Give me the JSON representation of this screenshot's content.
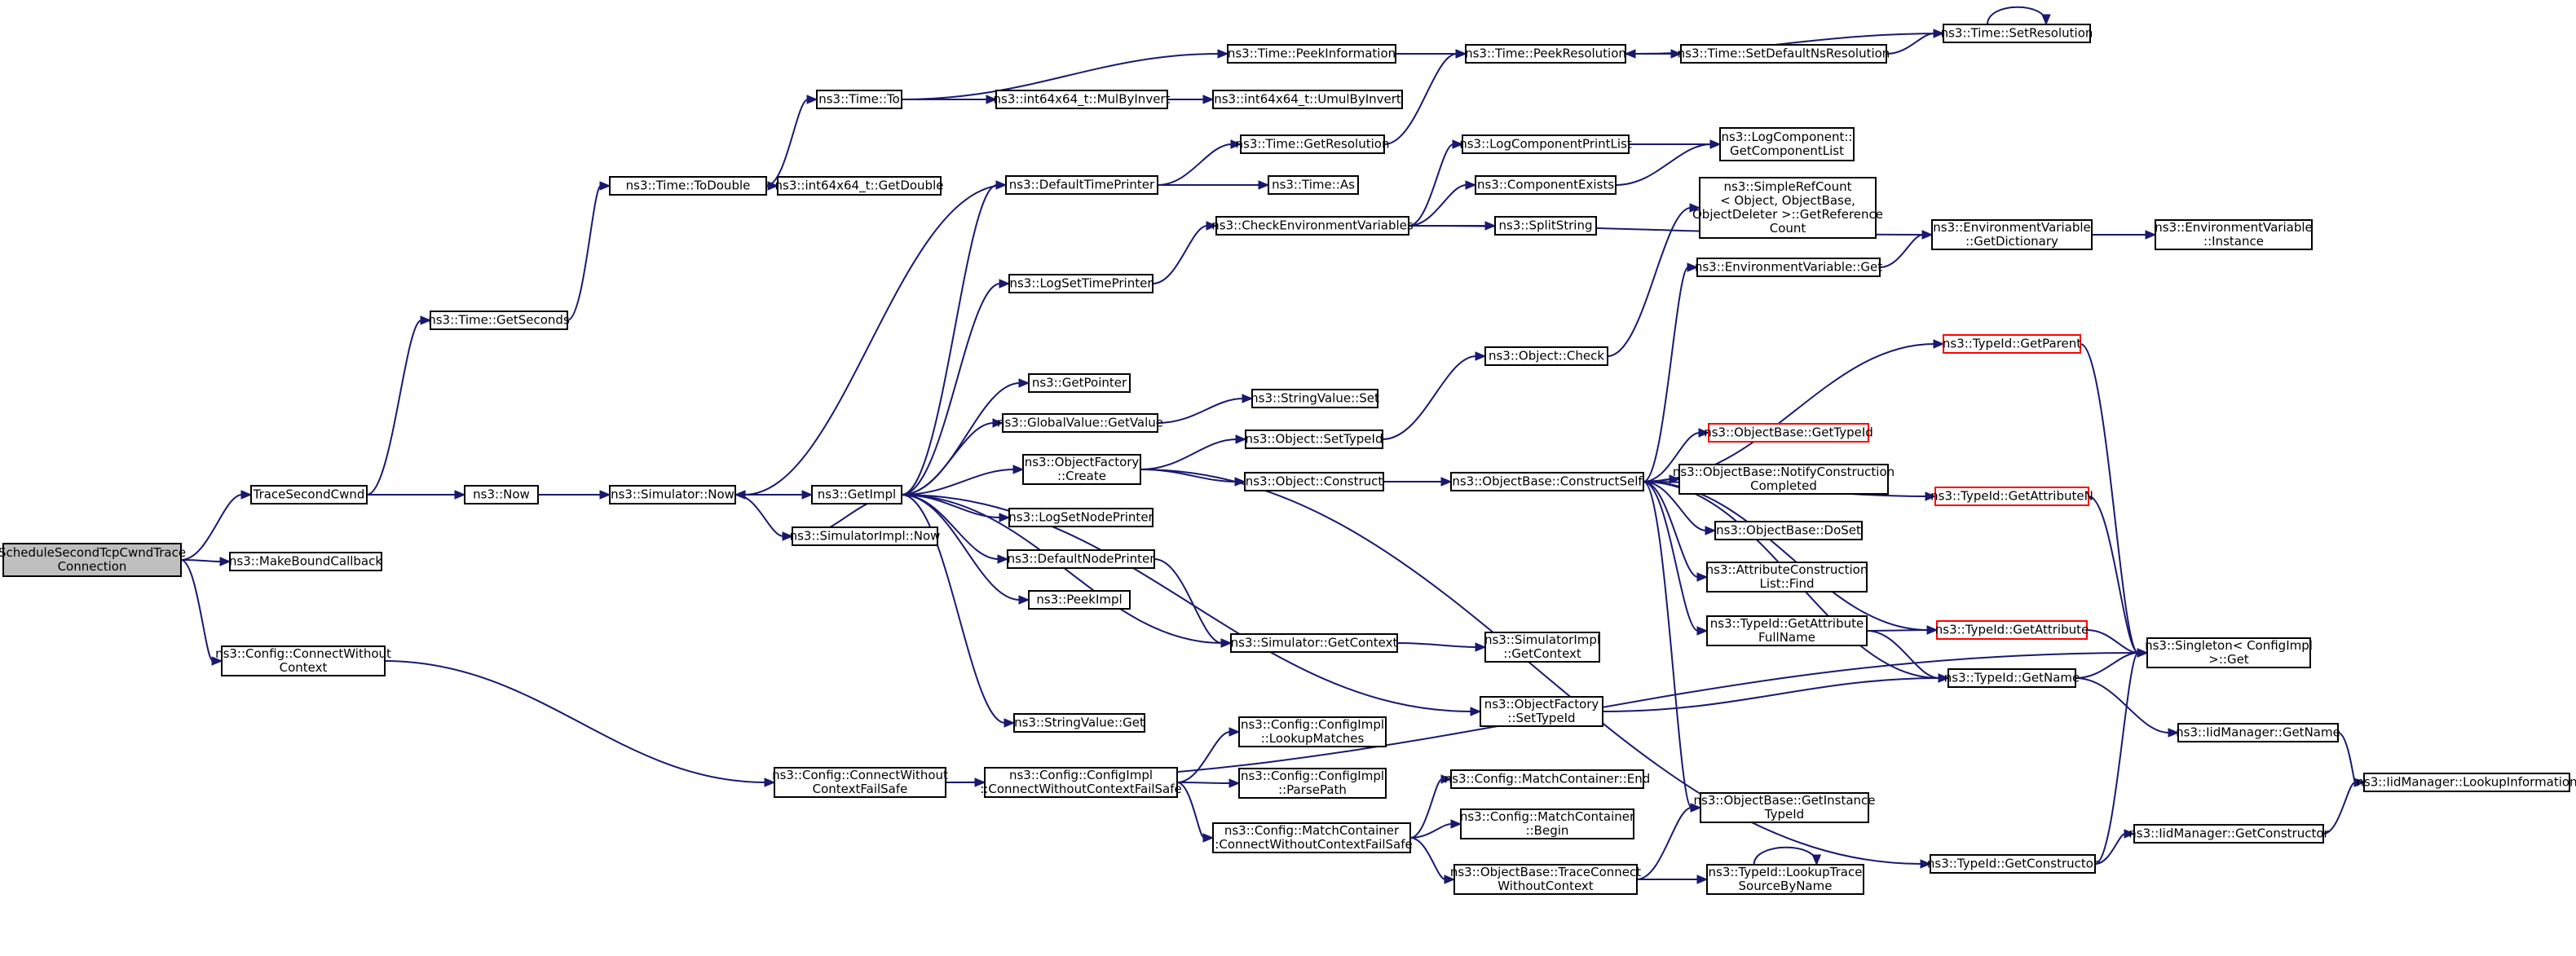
{
  "diagram": {
    "type": "call-graph",
    "colors": {
      "edge": "#191970",
      "node_border": "#000000",
      "root_fill": "#bfbfbf",
      "truncated_border": "#ff0000"
    },
    "nodes": [
      {
        "id": "root",
        "lines": [
          "ScheduleSecondTcpCwndTrace",
          "Connection"
        ],
        "style": "root"
      },
      {
        "id": "traceSecondCwnd",
        "lines": [
          "TraceSecondCwnd"
        ]
      },
      {
        "id": "makeBoundCallback",
        "lines": [
          "ns3::MakeBoundCallback"
        ]
      },
      {
        "id": "connectWithoutContext",
        "lines": [
          "ns3::Config::ConnectWithout",
          "Context"
        ]
      },
      {
        "id": "getSeconds",
        "lines": [
          "ns3::Time::GetSeconds"
        ]
      },
      {
        "id": "now",
        "lines": [
          "ns3::Now"
        ]
      },
      {
        "id": "toDouble",
        "lines": [
          "ns3::Time::ToDouble"
        ]
      },
      {
        "id": "timeTo",
        "lines": [
          "ns3::Time::To"
        ]
      },
      {
        "id": "int64GetDouble",
        "lines": [
          "ns3::int64x64_t::GetDouble"
        ]
      },
      {
        "id": "peekInformation",
        "lines": [
          "ns3::Time::PeekInformation"
        ]
      },
      {
        "id": "mulByInvert",
        "lines": [
          "ns3::int64x64_t::MulByInvert"
        ]
      },
      {
        "id": "umulByInvert",
        "lines": [
          "ns3::int64x64_t::UmulByInvert"
        ]
      },
      {
        "id": "peekResolution",
        "lines": [
          "ns3::Time::PeekResolution"
        ]
      },
      {
        "id": "setDefaultNsResolution",
        "lines": [
          "ns3::Time::SetDefaultNsResolution"
        ]
      },
      {
        "id": "setResolution",
        "lines": [
          "ns3::Time::SetResolution"
        ]
      },
      {
        "id": "simulatorNow",
        "lines": [
          "ns3::Simulator::Now"
        ]
      },
      {
        "id": "getImpl",
        "lines": [
          "ns3::GetImpl"
        ]
      },
      {
        "id": "simImplNow",
        "lines": [
          "ns3::SimulatorImpl::Now"
        ]
      },
      {
        "id": "defaultTimePrinter",
        "lines": [
          "ns3::DefaultTimePrinter"
        ]
      },
      {
        "id": "getResolution",
        "lines": [
          "ns3::Time::GetResolution"
        ]
      },
      {
        "id": "timeAs",
        "lines": [
          "ns3::Time::As"
        ]
      },
      {
        "id": "logSetTimePrinter",
        "lines": [
          "ns3::LogSetTimePrinter"
        ]
      },
      {
        "id": "checkEnv",
        "lines": [
          "ns3::CheckEnvironmentVariables"
        ]
      },
      {
        "id": "getPointer",
        "lines": [
          "ns3::GetPointer"
        ]
      },
      {
        "id": "globalValueGetValue",
        "lines": [
          "ns3::GlobalValue::GetValue"
        ]
      },
      {
        "id": "stringValueSet",
        "lines": [
          "ns3::StringValue::Set"
        ]
      },
      {
        "id": "objectFactoryCreate",
        "lines": [
          "ns3::ObjectFactory",
          "::Create"
        ]
      },
      {
        "id": "objectSetTypeId",
        "lines": [
          "ns3::Object::SetTypeId"
        ]
      },
      {
        "id": "objectConstruct",
        "lines": [
          "ns3::Object::Construct"
        ]
      },
      {
        "id": "logSetNodePrinter",
        "lines": [
          "ns3::LogSetNodePrinter"
        ]
      },
      {
        "id": "defaultNodePrinter",
        "lines": [
          "ns3::DefaultNodePrinter"
        ]
      },
      {
        "id": "peekImpl",
        "lines": [
          "ns3::PeekImpl"
        ]
      },
      {
        "id": "stringValueGet",
        "lines": [
          "ns3::StringValue::Get"
        ]
      },
      {
        "id": "simulatorGetContext",
        "lines": [
          "ns3::Simulator::GetContext"
        ]
      },
      {
        "id": "simImplGetContext",
        "lines": [
          "ns3::SimulatorImpl",
          "::GetContext"
        ]
      },
      {
        "id": "objectFactorySetTypeId",
        "lines": [
          "ns3::ObjectFactory",
          "::SetTypeId"
        ]
      },
      {
        "id": "logComponentPrintList",
        "lines": [
          "ns3::LogComponentPrintList"
        ]
      },
      {
        "id": "componentExists",
        "lines": [
          "ns3::ComponentExists"
        ]
      },
      {
        "id": "splitString",
        "lines": [
          "ns3::SplitString"
        ]
      },
      {
        "id": "logComponentGetList",
        "lines": [
          "ns3::LogComponent::",
          "GetComponentList"
        ]
      },
      {
        "id": "simpleRefCount",
        "lines": [
          "ns3::SimpleRefCount",
          "< Object, ObjectBase,",
          "ObjectDeleter >::GetReference",
          "Count"
        ]
      },
      {
        "id": "envVarGet",
        "lines": [
          "ns3::EnvironmentVariable::Get"
        ]
      },
      {
        "id": "envVarGetDictionary",
        "lines": [
          "ns3::EnvironmentVariable",
          "::GetDictionary"
        ]
      },
      {
        "id": "envVarInstance",
        "lines": [
          "ns3::EnvironmentVariable",
          "::Instance"
        ]
      },
      {
        "id": "objectCheck",
        "lines": [
          "ns3::Object::Check"
        ]
      },
      {
        "id": "constructSelf",
        "lines": [
          "ns3::ObjectBase::ConstructSelf"
        ]
      },
      {
        "id": "typeIdGetParent",
        "lines": [
          "ns3::TypeId::GetParent"
        ],
        "style": "red"
      },
      {
        "id": "objectBaseGetTypeId",
        "lines": [
          "ns3::ObjectBase::GetTypeId"
        ],
        "style": "red"
      },
      {
        "id": "notifyConstruction",
        "lines": [
          "ns3::ObjectBase::NotifyConstruction",
          "Completed"
        ]
      },
      {
        "id": "typeIdGetAttributeN",
        "lines": [
          "ns3::TypeId::GetAttributeN"
        ],
        "style": "red"
      },
      {
        "id": "doSet",
        "lines": [
          "ns3::ObjectBase::DoSet"
        ]
      },
      {
        "id": "attrListFind",
        "lines": [
          "ns3::AttributeConstruction",
          "List::Find"
        ]
      },
      {
        "id": "getAttributeFullName",
        "lines": [
          "ns3::TypeId::GetAttribute",
          "FullName"
        ]
      },
      {
        "id": "typeIdGetAttribute",
        "lines": [
          "ns3::TypeId::GetAttribute"
        ],
        "style": "red"
      },
      {
        "id": "typeIdGetName",
        "lines": [
          "ns3::TypeId::GetName"
        ]
      },
      {
        "id": "singletonGet",
        "lines": [
          "ns3::Singleton< ConfigImpl",
          ">::Get"
        ]
      },
      {
        "id": "iidGetName",
        "lines": [
          "ns3::IidManager::GetName"
        ]
      },
      {
        "id": "iidLookupInfo",
        "lines": [
          "ns3::IidManager::LookupInformation"
        ]
      },
      {
        "id": "connectWithoutContextFailSafe",
        "lines": [
          "ns3::Config::ConnectWithout",
          "ContextFailSafe"
        ]
      },
      {
        "id": "configImplConnect",
        "lines": [
          "ns3::Config::ConfigImpl",
          "::ConnectWithoutContextFailSafe"
        ]
      },
      {
        "id": "lookupMatches",
        "lines": [
          "ns3::Config::ConfigImpl",
          "::LookupMatches"
        ]
      },
      {
        "id": "parsePath",
        "lines": [
          "ns3::Config::ConfigImpl",
          "::ParsePath"
        ]
      },
      {
        "id": "matchContainerConnect",
        "lines": [
          "ns3::Config::MatchContainer",
          "::ConnectWithoutContextFailSafe"
        ]
      },
      {
        "id": "matchContainerEnd",
        "lines": [
          "ns3::Config::MatchContainer::End"
        ]
      },
      {
        "id": "matchContainerBegin",
        "lines": [
          "ns3::Config::MatchContainer",
          "::Begin"
        ]
      },
      {
        "id": "getInstanceTypeId",
        "lines": [
          "ns3::ObjectBase::GetInstance",
          "TypeId"
        ]
      },
      {
        "id": "traceConnectWithoutContext",
        "lines": [
          "ns3::ObjectBase::TraceConnect",
          "WithoutContext"
        ]
      },
      {
        "id": "lookupTraceSourceByName",
        "lines": [
          "ns3::TypeId::LookupTrace",
          "SourceByName"
        ]
      },
      {
        "id": "typeIdGetConstructor",
        "lines": [
          "ns3::TypeId::GetConstructor"
        ]
      },
      {
        "id": "iidGetConstructor",
        "lines": [
          "ns3::IidManager::GetConstructor"
        ]
      }
    ],
    "edges": [
      [
        "root",
        "traceSecondCwnd"
      ],
      [
        "root",
        "makeBoundCallback"
      ],
      [
        "root",
        "connectWithoutContext"
      ],
      [
        "traceSecondCwnd",
        "getSeconds"
      ],
      [
        "traceSecondCwnd",
        "now"
      ],
      [
        "getSeconds",
        "toDouble"
      ],
      [
        "toDouble",
        "timeTo"
      ],
      [
        "toDouble",
        "int64GetDouble"
      ],
      [
        "timeTo",
        "peekInformation"
      ],
      [
        "timeTo",
        "mulByInvert"
      ],
      [
        "mulByInvert",
        "umulByInvert"
      ],
      [
        "peekInformation",
        "peekResolution"
      ],
      [
        "peekResolution",
        "setDefaultNsResolution"
      ],
      [
        "setDefaultNsResolution",
        "setResolution"
      ],
      [
        "setResolution",
        "peekResolution"
      ],
      [
        "setResolution",
        "setResolution"
      ],
      [
        "now",
        "simulatorNow"
      ],
      [
        "simulatorNow",
        "getImpl"
      ],
      [
        "simulatorNow",
        "simImplNow"
      ],
      [
        "getImpl",
        "defaultTimePrinter"
      ],
      [
        "getImpl",
        "logSetTimePrinter"
      ],
      [
        "getImpl",
        "getPointer"
      ],
      [
        "getImpl",
        "globalValueGetValue"
      ],
      [
        "getImpl",
        "objectFactoryCreate"
      ],
      [
        "getImpl",
        "logSetNodePrinter"
      ],
      [
        "getImpl",
        "defaultNodePrinter"
      ],
      [
        "getImpl",
        "peekImpl"
      ],
      [
        "getImpl",
        "stringValueGet"
      ],
      [
        "getImpl",
        "simulatorGetContext"
      ],
      [
        "getImpl",
        "objectFactorySetTypeId"
      ],
      [
        "getImpl",
        "simImplNow"
      ],
      [
        "defaultTimePrinter",
        "getResolution"
      ],
      [
        "defaultTimePrinter",
        "timeAs"
      ],
      [
        "defaultTimePrinter",
        "simulatorNow"
      ],
      [
        "getResolution",
        "peekResolution"
      ],
      [
        "logSetTimePrinter",
        "checkEnv"
      ],
      [
        "checkEnv",
        "logComponentPrintList"
      ],
      [
        "checkEnv",
        "componentExists"
      ],
      [
        "checkEnv",
        "splitString"
      ],
      [
        "checkEnv",
        "envVarGetDictionary"
      ],
      [
        "logComponentPrintList",
        "logComponentGetList"
      ],
      [
        "componentExists",
        "logComponentGetList"
      ],
      [
        "globalValueGetValue",
        "stringValueSet"
      ],
      [
        "objectFactoryCreate",
        "objectSetTypeId"
      ],
      [
        "objectFactoryCreate",
        "objectConstruct"
      ],
      [
        "objectFactoryCreate",
        "typeIdGetConstructor"
      ],
      [
        "objectSetTypeId",
        "objectCheck"
      ],
      [
        "objectConstruct",
        "constructSelf"
      ],
      [
        "objectCheck",
        "simpleRefCount"
      ],
      [
        "defaultNodePrinter",
        "simulatorGetContext"
      ],
      [
        "simulatorGetContext",
        "simImplGetContext"
      ],
      [
        "objectFactorySetTypeId",
        "typeIdGetName"
      ],
      [
        "constructSelf",
        "envVarGet"
      ],
      [
        "constructSelf",
        "typeIdGetParent"
      ],
      [
        "constructSelf",
        "objectBaseGetTypeId"
      ],
      [
        "constructSelf",
        "notifyConstruction"
      ],
      [
        "constructSelf",
        "typeIdGetAttributeN"
      ],
      [
        "constructSelf",
        "doSet"
      ],
      [
        "constructSelf",
        "attrListFind"
      ],
      [
        "constructSelf",
        "getAttributeFullName"
      ],
      [
        "constructSelf",
        "typeIdGetAttribute"
      ],
      [
        "constructSelf",
        "typeIdGetName"
      ],
      [
        "constructSelf",
        "getInstanceTypeId"
      ],
      [
        "envVarGet",
        "envVarGetDictionary"
      ],
      [
        "envVarGetDictionary",
        "envVarInstance"
      ],
      [
        "typeIdGetParent",
        "singletonGet"
      ],
      [
        "typeIdGetAttributeN",
        "singletonGet"
      ],
      [
        "getAttributeFullName",
        "typeIdGetAttribute"
      ],
      [
        "getAttributeFullName",
        "typeIdGetName"
      ],
      [
        "typeIdGetAttribute",
        "singletonGet"
      ],
      [
        "typeIdGetName",
        "singletonGet"
      ],
      [
        "typeIdGetName",
        "iidGetName"
      ],
      [
        "iidGetName",
        "iidLookupInfo"
      ],
      [
        "connectWithoutContext",
        "connectWithoutContextFailSafe"
      ],
      [
        "connectWithoutContextFailSafe",
        "configImplConnect"
      ],
      [
        "connectWithoutContextFailSafe",
        "singletonGet"
      ],
      [
        "configImplConnect",
        "lookupMatches"
      ],
      [
        "configImplConnect",
        "parsePath"
      ],
      [
        "configImplConnect",
        "matchContainerConnect"
      ],
      [
        "matchContainerConnect",
        "matchContainerEnd"
      ],
      [
        "matchContainerConnect",
        "matchContainerBegin"
      ],
      [
        "matchContainerConnect",
        "traceConnectWithoutContext"
      ],
      [
        "traceConnectWithoutContext",
        "getInstanceTypeId"
      ],
      [
        "traceConnectWithoutContext",
        "lookupTraceSourceByName"
      ],
      [
        "lookupTraceSourceByName",
        "lookupTraceSourceByName"
      ],
      [
        "typeIdGetConstructor",
        "singletonGet"
      ],
      [
        "typeIdGetConstructor",
        "iidGetConstructor"
      ],
      [
        "iidGetConstructor",
        "iidLookupInfo"
      ]
    ]
  }
}
